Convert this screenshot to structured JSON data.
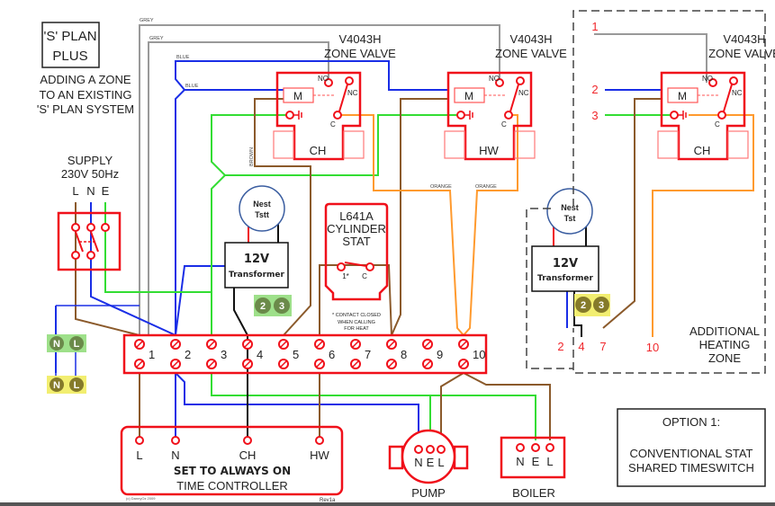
{
  "title_box": {
    "line1": "'S' PLAN",
    "line2": "PLUS"
  },
  "subtitle": [
    "ADDING A ZONE",
    "TO AN EXISTING",
    "'S' PLAN SYSTEM"
  ],
  "supply": {
    "line1": "SUPPLY",
    "line2": "230V 50Hz",
    "terminals": [
      "L",
      "N",
      "E"
    ]
  },
  "wire_labels": {
    "grey": "GREY",
    "blue": "BLUE",
    "brown": "BROWN",
    "orange": "ORANGE"
  },
  "zone_valves": [
    {
      "model": "V4043H",
      "type": "ZONE VALVE",
      "zone": "CH"
    },
    {
      "model": "V4043H",
      "type": "ZONE VALVE",
      "zone": "HW"
    },
    {
      "model": "V4043H",
      "type": "ZONE VALVE",
      "zone": "CH"
    }
  ],
  "valve_parts": {
    "motor": "M",
    "no": "NO",
    "nc": "NC",
    "common": "C"
  },
  "thermostats": [
    {
      "line1": "Nest",
      "line2": "Tstt"
    },
    {
      "line1": "Nest",
      "line2": "Tst"
    }
  ],
  "transformer": {
    "line1": "12V",
    "line2": "Transformer"
  },
  "badges": {
    "two": "2",
    "three": "3",
    "n": "N",
    "l": "L"
  },
  "cylinder_stat": {
    "line1": "L641A",
    "line2": "CYLINDER",
    "line3": "STAT",
    "contact1": "1*",
    "contact_c": "C",
    "note": [
      "* CONTACT CLOSED",
      "WHEN CALLING",
      "FOR HEAT"
    ]
  },
  "terminal_strip": [
    "1",
    "2",
    "3",
    "4",
    "5",
    "6",
    "7",
    "8",
    "9",
    "10"
  ],
  "time_controller": {
    "terminals": [
      "L",
      "N",
      "CH",
      "HW"
    ],
    "line1": "SET TO ALWAYS ON",
    "line2": "TIME CONTROLLER",
    "copyright": "(c) DannyOz 2009",
    "rev": "Rev1a"
  },
  "pump": {
    "terminals": [
      "N",
      "E",
      "L"
    ],
    "label": "PUMP"
  },
  "boiler": {
    "terminals": [
      "N",
      "E",
      "L"
    ],
    "label": "BOILER"
  },
  "additional_zone": {
    "inputs": [
      "1",
      "2",
      "3"
    ],
    "outputs": [
      "2",
      "4",
      "7",
      "10"
    ],
    "label": [
      "ADDITIONAL",
      "HEATING",
      "ZONE"
    ]
  },
  "option": {
    "title": "OPTION 1:",
    "line1": "CONVENTIONAL STAT",
    "line2": "SHARED TIMESWITCH"
  },
  "colors": {
    "live_red": "#f0101a",
    "grey": "#999999",
    "blue": "#1a2ee6",
    "brown": "#8b5a2b",
    "green": "#33dd33",
    "orange": "#ff9a2e",
    "badge_green": "#9ee08a",
    "badge_yellow": "#f2ee70"
  }
}
